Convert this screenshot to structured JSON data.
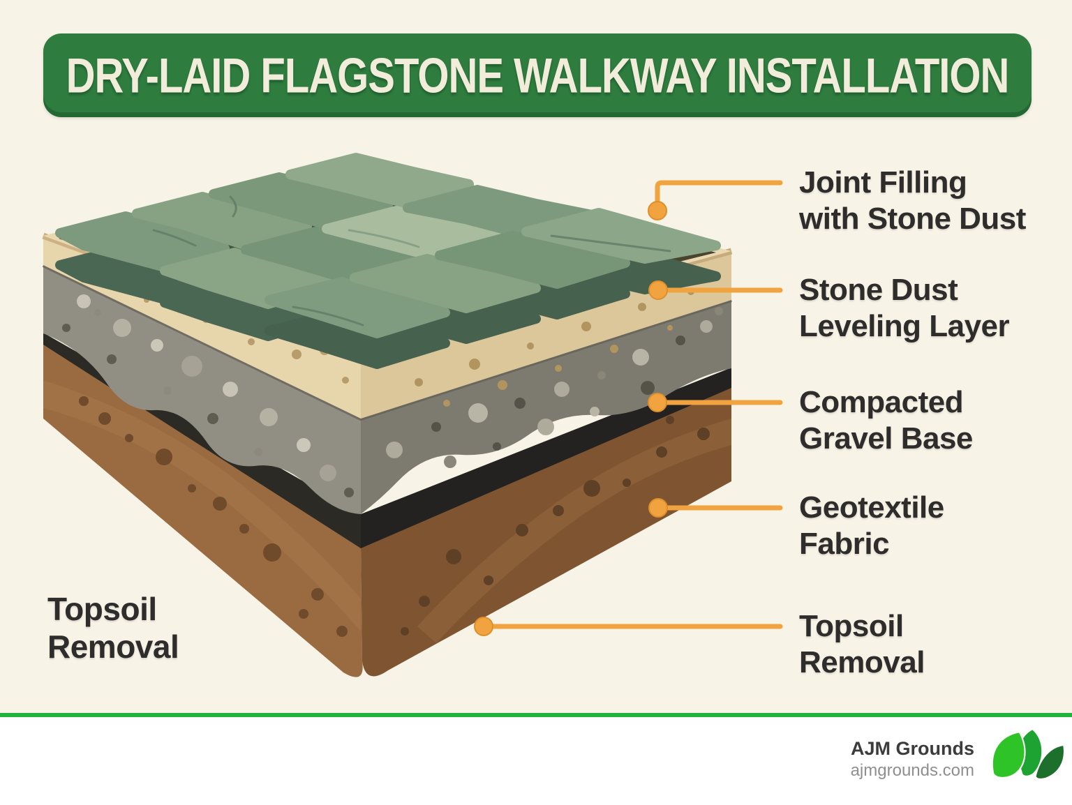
{
  "banner": {
    "title": "DRY-LAID FLAGSTONE WALKWAY INSTALLATION"
  },
  "callouts": [
    {
      "label": "Joint Filling\nwith Stone Dust"
    },
    {
      "label": "Stone Dust\nLeveling Layer"
    },
    {
      "label": "Compacted\nGravel Base"
    },
    {
      "label": "Geotextile\nFabric"
    },
    {
      "label": "Topsoil\nRemoval"
    }
  ],
  "side_label": "Topsoil\nRemoval",
  "diagram": {
    "type": "isometric layered cross-section",
    "layers_top_to_bottom": [
      "Flagstone pavers (green) with stone dust joints",
      "Stone dust leveling layer (tan)",
      "Compacted gravel base (gray)",
      "Geotextile fabric (black)",
      "Topsoil / excavated soil (brown)"
    ]
  },
  "footer": {
    "brand": "AJM Grounds",
    "website": "ajmgrounds.com",
    "logo": "three-leaf-logo"
  },
  "colors": {
    "background": "#f8f3e7",
    "banner_green": "#2e7d3f",
    "banner_text": "#f2edda",
    "accent_orange": "#f1a33f",
    "divider_green": "#22b33e",
    "label_text": "#2e2d2b",
    "flagstone_green": "#7e9a7e",
    "stone_dust_tan": "#e7d5ab",
    "gravel_gray": "#918e83",
    "geotextile_black": "#2c2a25",
    "topsoil_brown": "#9a6a41",
    "footer_brand_text": "#3c3c3c",
    "footer_url_text": "#8f8f8f"
  }
}
